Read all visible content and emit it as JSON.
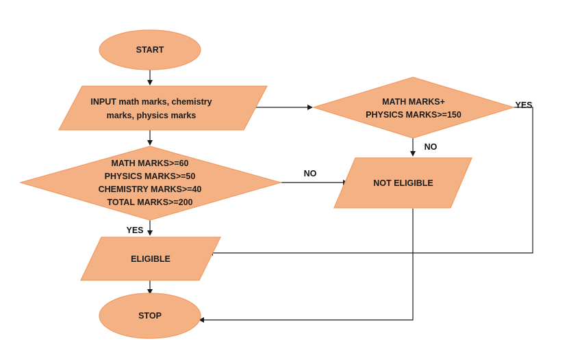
{
  "nodes": {
    "start": {
      "label": "START"
    },
    "input": {
      "lines": [
        "INPUT math marks, chemistry",
        "marks, physics marks"
      ]
    },
    "decision_main": {
      "lines": [
        "MATH MARKS>=60",
        "PHYSICS MARKS>=50",
        "CHEMISTRY MARKS>=40",
        "TOTAL MARKS>=200"
      ]
    },
    "decision_alt": {
      "lines": [
        "MATH MARKS+",
        "PHYSICS MARKS>=150"
      ]
    },
    "not_eligible": {
      "label": "NOT ELIGIBLE"
    },
    "eligible": {
      "label": "ELIGIBLE"
    },
    "stop": {
      "label": "STOP"
    }
  },
  "edge_labels": {
    "main_no": "NO",
    "main_yes": "YES",
    "alt_yes": "YES",
    "alt_no": "NO"
  },
  "colors": {
    "shape_fill": "#F4B183",
    "shape_border": "#F19A62",
    "line": "#1a1a1a"
  }
}
